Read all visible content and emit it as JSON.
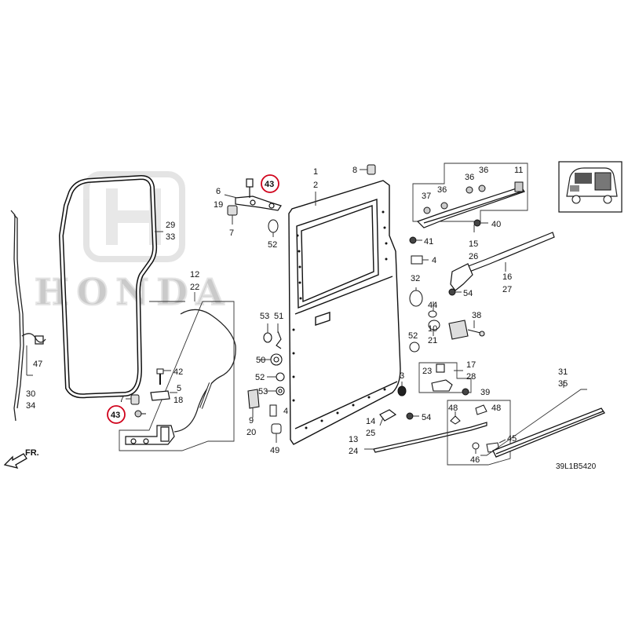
{
  "brand": {
    "logo_text": "HONDA"
  },
  "diagram_code": "39L1B5420",
  "direction_label": "FR.",
  "highlight_color": "#d0021b",
  "callouts": [
    {
      "id": "c1",
      "text": "1"
    },
    {
      "id": "c2",
      "text": "2"
    },
    {
      "id": "c3",
      "text": "3"
    },
    {
      "id": "c4a",
      "text": "4"
    },
    {
      "id": "c4b",
      "text": "4"
    },
    {
      "id": "c5",
      "text": "5"
    },
    {
      "id": "c6",
      "text": "6"
    },
    {
      "id": "c7a",
      "text": "7"
    },
    {
      "id": "c7b",
      "text": "7"
    },
    {
      "id": "c8",
      "text": "8"
    },
    {
      "id": "c9",
      "text": "9"
    },
    {
      "id": "c10",
      "text": "10"
    },
    {
      "id": "c11",
      "text": "11"
    },
    {
      "id": "c12",
      "text": "12"
    },
    {
      "id": "c13",
      "text": "13"
    },
    {
      "id": "c14",
      "text": "14"
    },
    {
      "id": "c15",
      "text": "15"
    },
    {
      "id": "c16",
      "text": "16"
    },
    {
      "id": "c17",
      "text": "17"
    },
    {
      "id": "c18",
      "text": "18"
    },
    {
      "id": "c19",
      "text": "19"
    },
    {
      "id": "c20",
      "text": "20"
    },
    {
      "id": "c21",
      "text": "21"
    },
    {
      "id": "c22",
      "text": "22"
    },
    {
      "id": "c23",
      "text": "23"
    },
    {
      "id": "c24",
      "text": "24"
    },
    {
      "id": "c25",
      "text": "25"
    },
    {
      "id": "c26",
      "text": "26"
    },
    {
      "id": "c27",
      "text": "27"
    },
    {
      "id": "c28",
      "text": "28"
    },
    {
      "id": "c29",
      "text": "29"
    },
    {
      "id": "c30",
      "text": "30"
    },
    {
      "id": "c31",
      "text": "31"
    },
    {
      "id": "c32",
      "text": "32"
    },
    {
      "id": "c33",
      "text": "33"
    },
    {
      "id": "c34",
      "text": "34"
    },
    {
      "id": "c35",
      "text": "35"
    },
    {
      "id": "c36a",
      "text": "36"
    },
    {
      "id": "c36b",
      "text": "36"
    },
    {
      "id": "c36c",
      "text": "36"
    },
    {
      "id": "c37",
      "text": "37"
    },
    {
      "id": "c38",
      "text": "38"
    },
    {
      "id": "c39",
      "text": "39"
    },
    {
      "id": "c40",
      "text": "40"
    },
    {
      "id": "c41",
      "text": "41"
    },
    {
      "id": "c42",
      "text": "42"
    },
    {
      "id": "c43a",
      "text": "43"
    },
    {
      "id": "c43b",
      "text": "43"
    },
    {
      "id": "c44",
      "text": "44"
    },
    {
      "id": "c45",
      "text": "45"
    },
    {
      "id": "c46",
      "text": "46"
    },
    {
      "id": "c47",
      "text": "47"
    },
    {
      "id": "c48a",
      "text": "48"
    },
    {
      "id": "c48b",
      "text": "48"
    },
    {
      "id": "c49",
      "text": "49"
    },
    {
      "id": "c50",
      "text": "50"
    },
    {
      "id": "c51",
      "text": "51"
    },
    {
      "id": "c52a",
      "text": "52"
    },
    {
      "id": "c52b",
      "text": "52"
    },
    {
      "id": "c52c",
      "text": "52"
    },
    {
      "id": "c53a",
      "text": "53"
    },
    {
      "id": "c53b",
      "text": "53"
    },
    {
      "id": "c54a",
      "text": "54"
    },
    {
      "id": "c54b",
      "text": "54"
    }
  ]
}
